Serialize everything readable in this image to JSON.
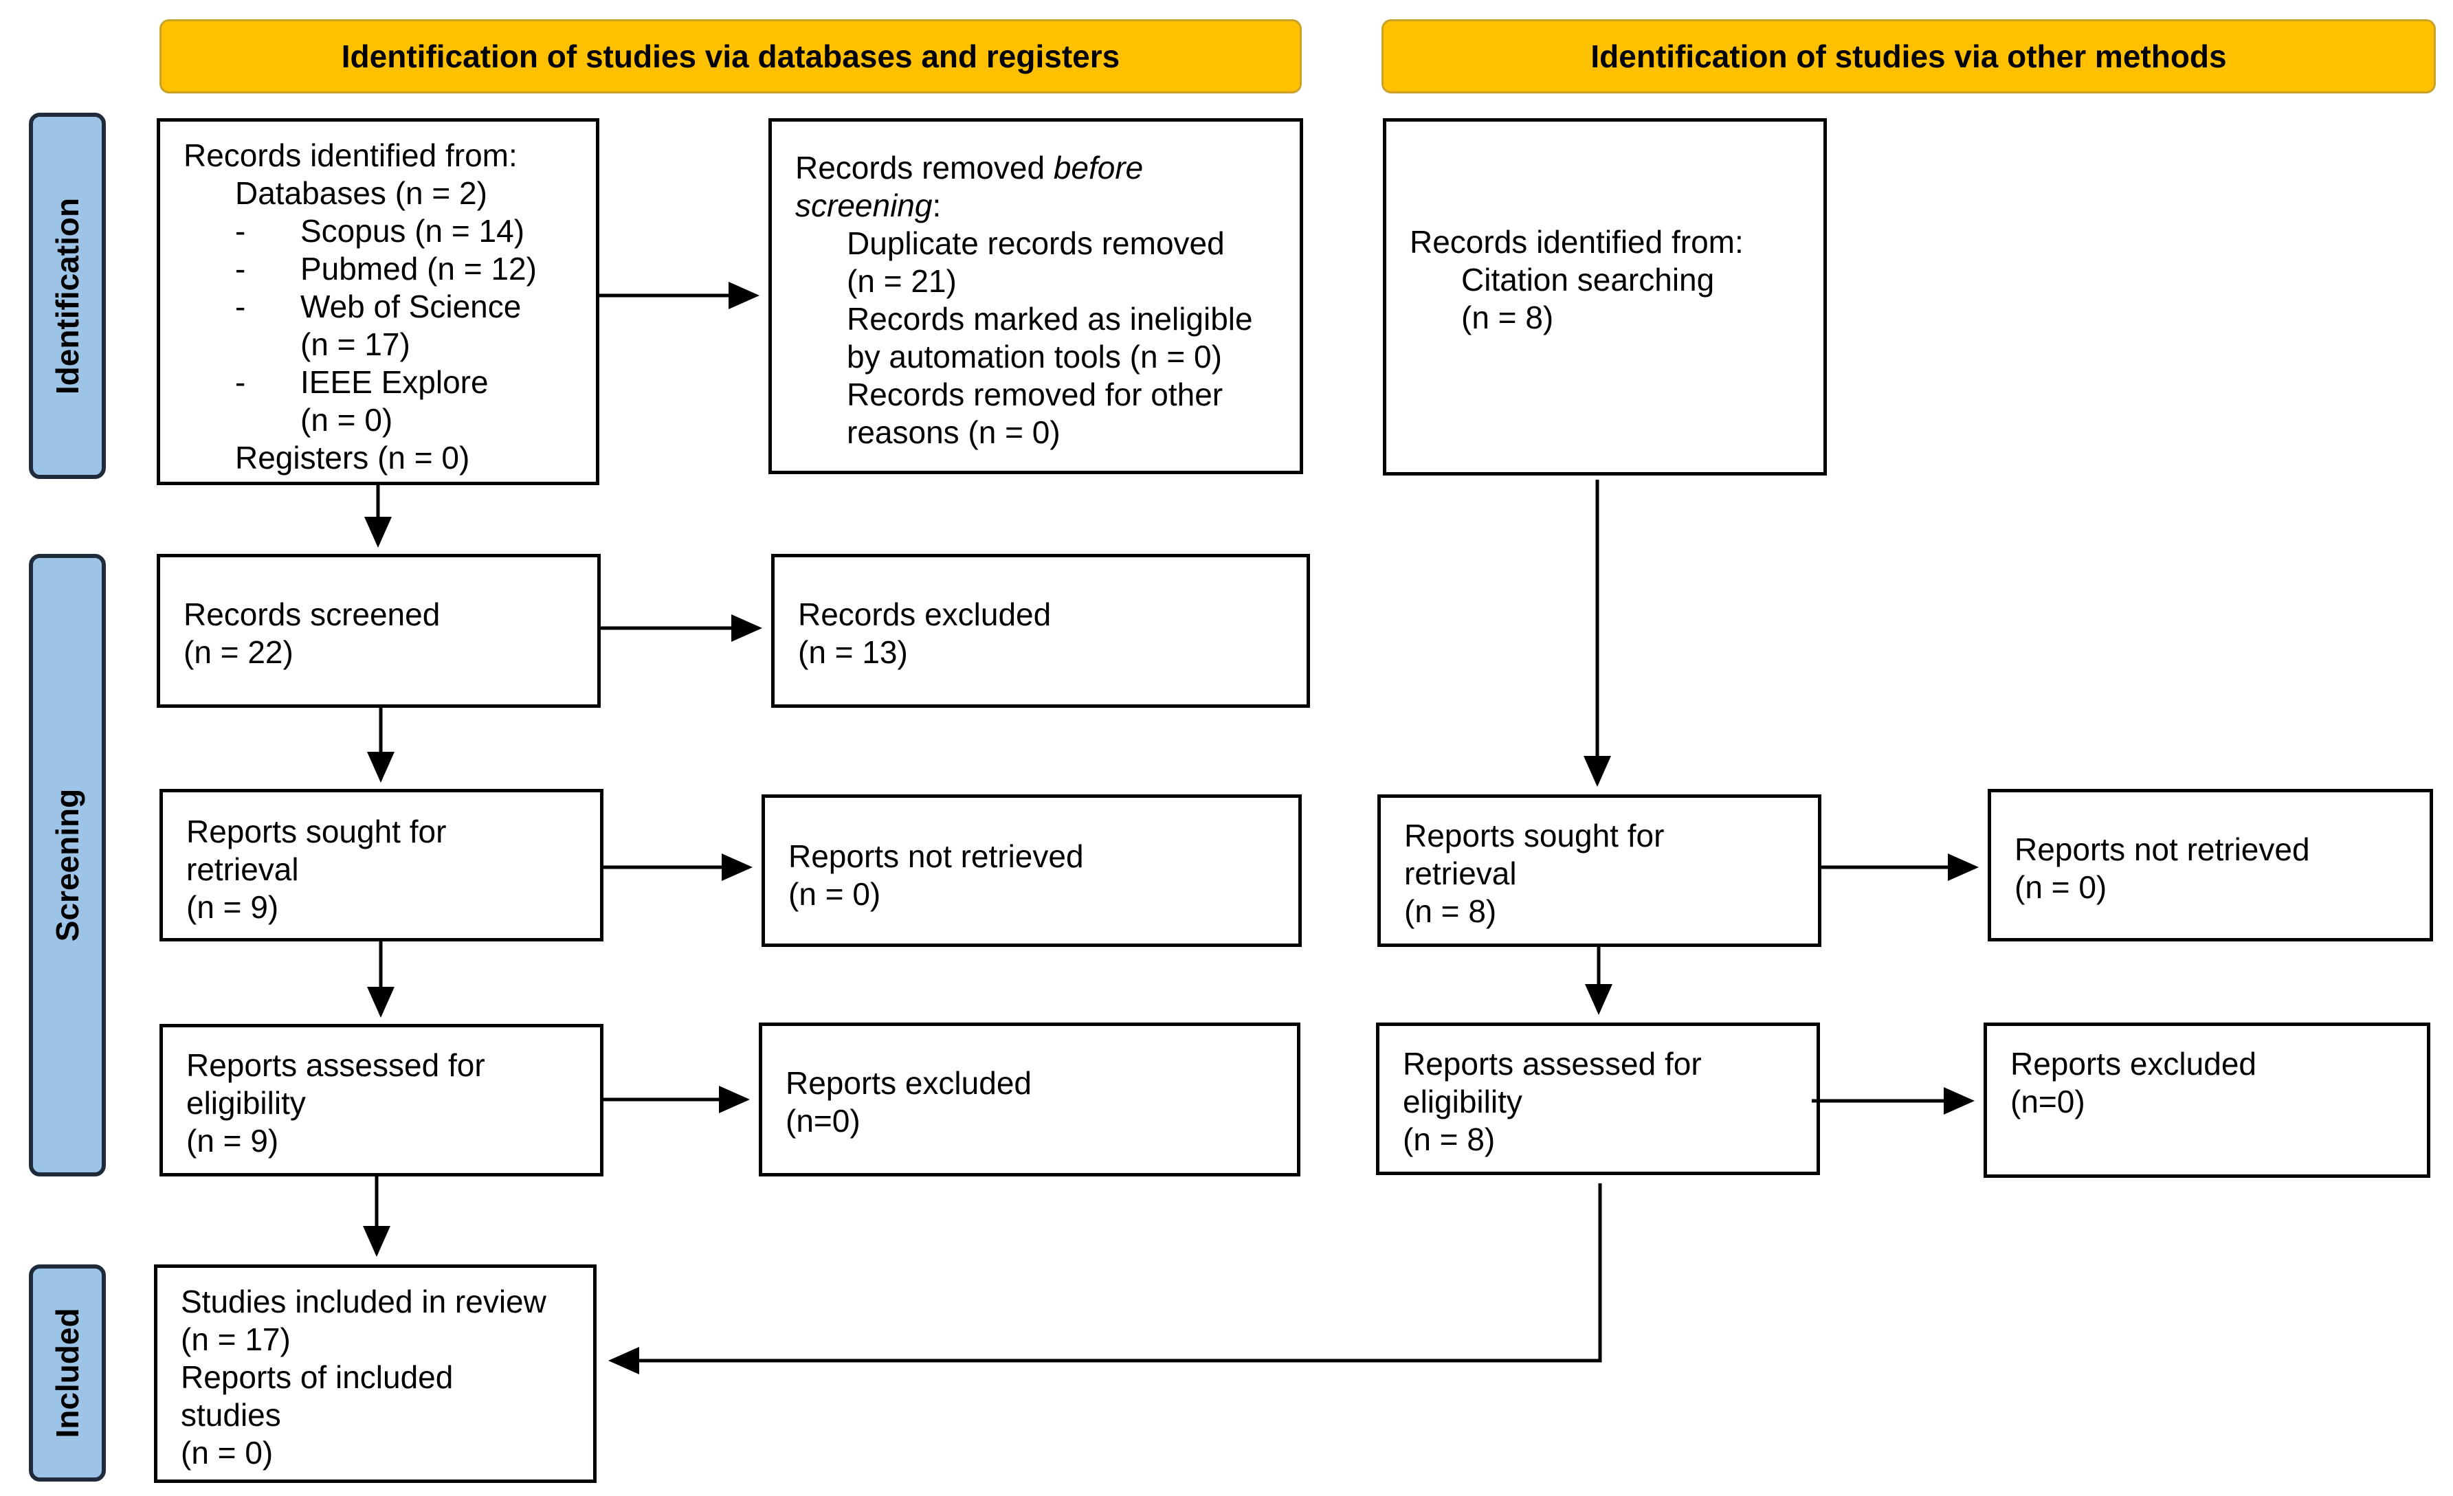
{
  "headers": {
    "left": "Identification of studies via databases and registers",
    "right": "Identification of studies via other methods"
  },
  "phases": {
    "identification": "Identification",
    "screening": "Screening",
    "included": "Included"
  },
  "db": {
    "identified": {
      "title": "Records identified from:",
      "databases": "Databases (n = 2)",
      "sources": [
        {
          "dash": "-",
          "name": "Scopus (n = 14)",
          "count": ""
        },
        {
          "dash": "-",
          "name": "Pubmed (n = 12)",
          "count": ""
        },
        {
          "dash": "-",
          "name": "Web of Science",
          "count": "(n = 17)"
        },
        {
          "dash": "-",
          "name": "IEEE Explore",
          "count": "(n = 0)"
        }
      ],
      "registers": "Registers (n = 0)"
    },
    "removed": {
      "title_prefix": "Records removed ",
      "title_em": "before",
      "title_em2": "screening",
      "title_suffix": ":",
      "lines": [
        "Duplicate records removed",
        "(n = 21)",
        "Records marked as ineligible",
        "by automation tools (n = 0)",
        "Records removed for other",
        "reasons (n = 0)"
      ]
    },
    "screened": {
      "label": "Records screened",
      "count": "(n = 22)"
    },
    "excluded": {
      "label": "Records excluded",
      "count": "(n = 13)"
    },
    "sought": {
      "label1": "Reports sought for",
      "label2": "retrieval",
      "count": "(n = 9)"
    },
    "not_retrieved": {
      "label": "Reports not retrieved",
      "count": "(n = 0)"
    },
    "assessed": {
      "label1": "Reports assessed for",
      "label2": "eligibility",
      "count": "(n = 9)"
    },
    "reports_excluded": {
      "label": "Reports excluded",
      "count": "(n=0)"
    },
    "included": {
      "line1": "Studies included in review",
      "line2": "(n = 17)",
      "line3": "Reports of included",
      "line4": "studies",
      "line5": "(n = 0)"
    }
  },
  "other": {
    "identified": {
      "title": "Records identified from:",
      "source": "Citation searching",
      "count": "(n = 8)"
    },
    "sought": {
      "label1": "Reports sought for",
      "label2": "retrieval",
      "count": "(n = 8)"
    },
    "not_retrieved": {
      "label": "Reports not retrieved",
      "count": "(n = 0)"
    },
    "assessed": {
      "label1": "Reports assessed for",
      "label2": "eligibility",
      "count": "(n = 8)"
    },
    "reports_excluded": {
      "label": "Reports excluded",
      "count": "(n=0)"
    }
  }
}
